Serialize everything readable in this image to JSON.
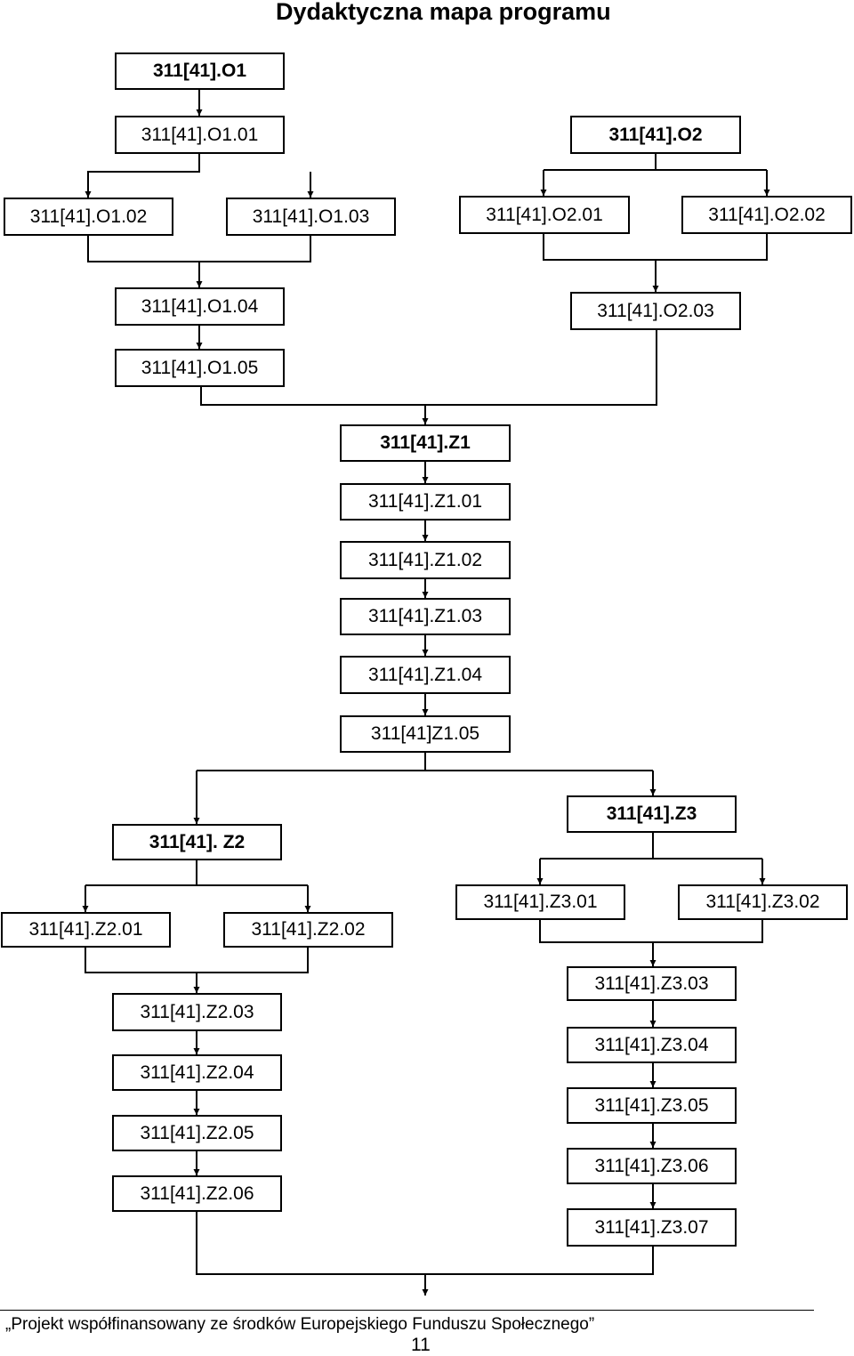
{
  "title": "Dydaktyczna mapa programu",
  "modules": {
    "o1": "311[41].O1",
    "o1_01": "311[41].O1.01",
    "o1_02": "311[41].O1.02",
    "o1_03": "311[41].O1.03",
    "o1_04": "311[41].O1.04",
    "o1_05": "311[41].O1.05",
    "o2": "311[41].O2",
    "o2_01": "311[41].O2.01",
    "o2_02": "311[41].O2.02",
    "o2_03": "311[41].O2.03",
    "z1": "311[41].Z1",
    "z1_01": "311[41].Z1.01",
    "z1_02": "311[41].Z1.02",
    "z1_03": "311[41].Z1.03",
    "z1_04": "311[41].Z1.04",
    "z1_05": "311[41]Z1.05",
    "z2": "311[41]. Z2",
    "z2_01": "311[41].Z2.01",
    "z2_02": "311[41].Z2.02",
    "z2_03": "311[41].Z2.03",
    "z2_04": "311[41].Z2.04",
    "z2_05": "311[41].Z2.05",
    "z2_06": "311[41].Z2.06",
    "z3": "311[41].Z3",
    "z3_01": "311[41].Z3.01",
    "z3_02": "311[41].Z3.02",
    "z3_03": "311[41].Z3.03",
    "z3_04": "311[41].Z3.04",
    "z3_05": "311[41].Z3.05",
    "z3_06": "311[41].Z3.06",
    "z3_07": "311[41].Z3.07"
  },
  "footer": {
    "text": "„Projekt współfinansowany ze środków Europejskiego Funduszu Społecznego”",
    "page_number": "11"
  }
}
